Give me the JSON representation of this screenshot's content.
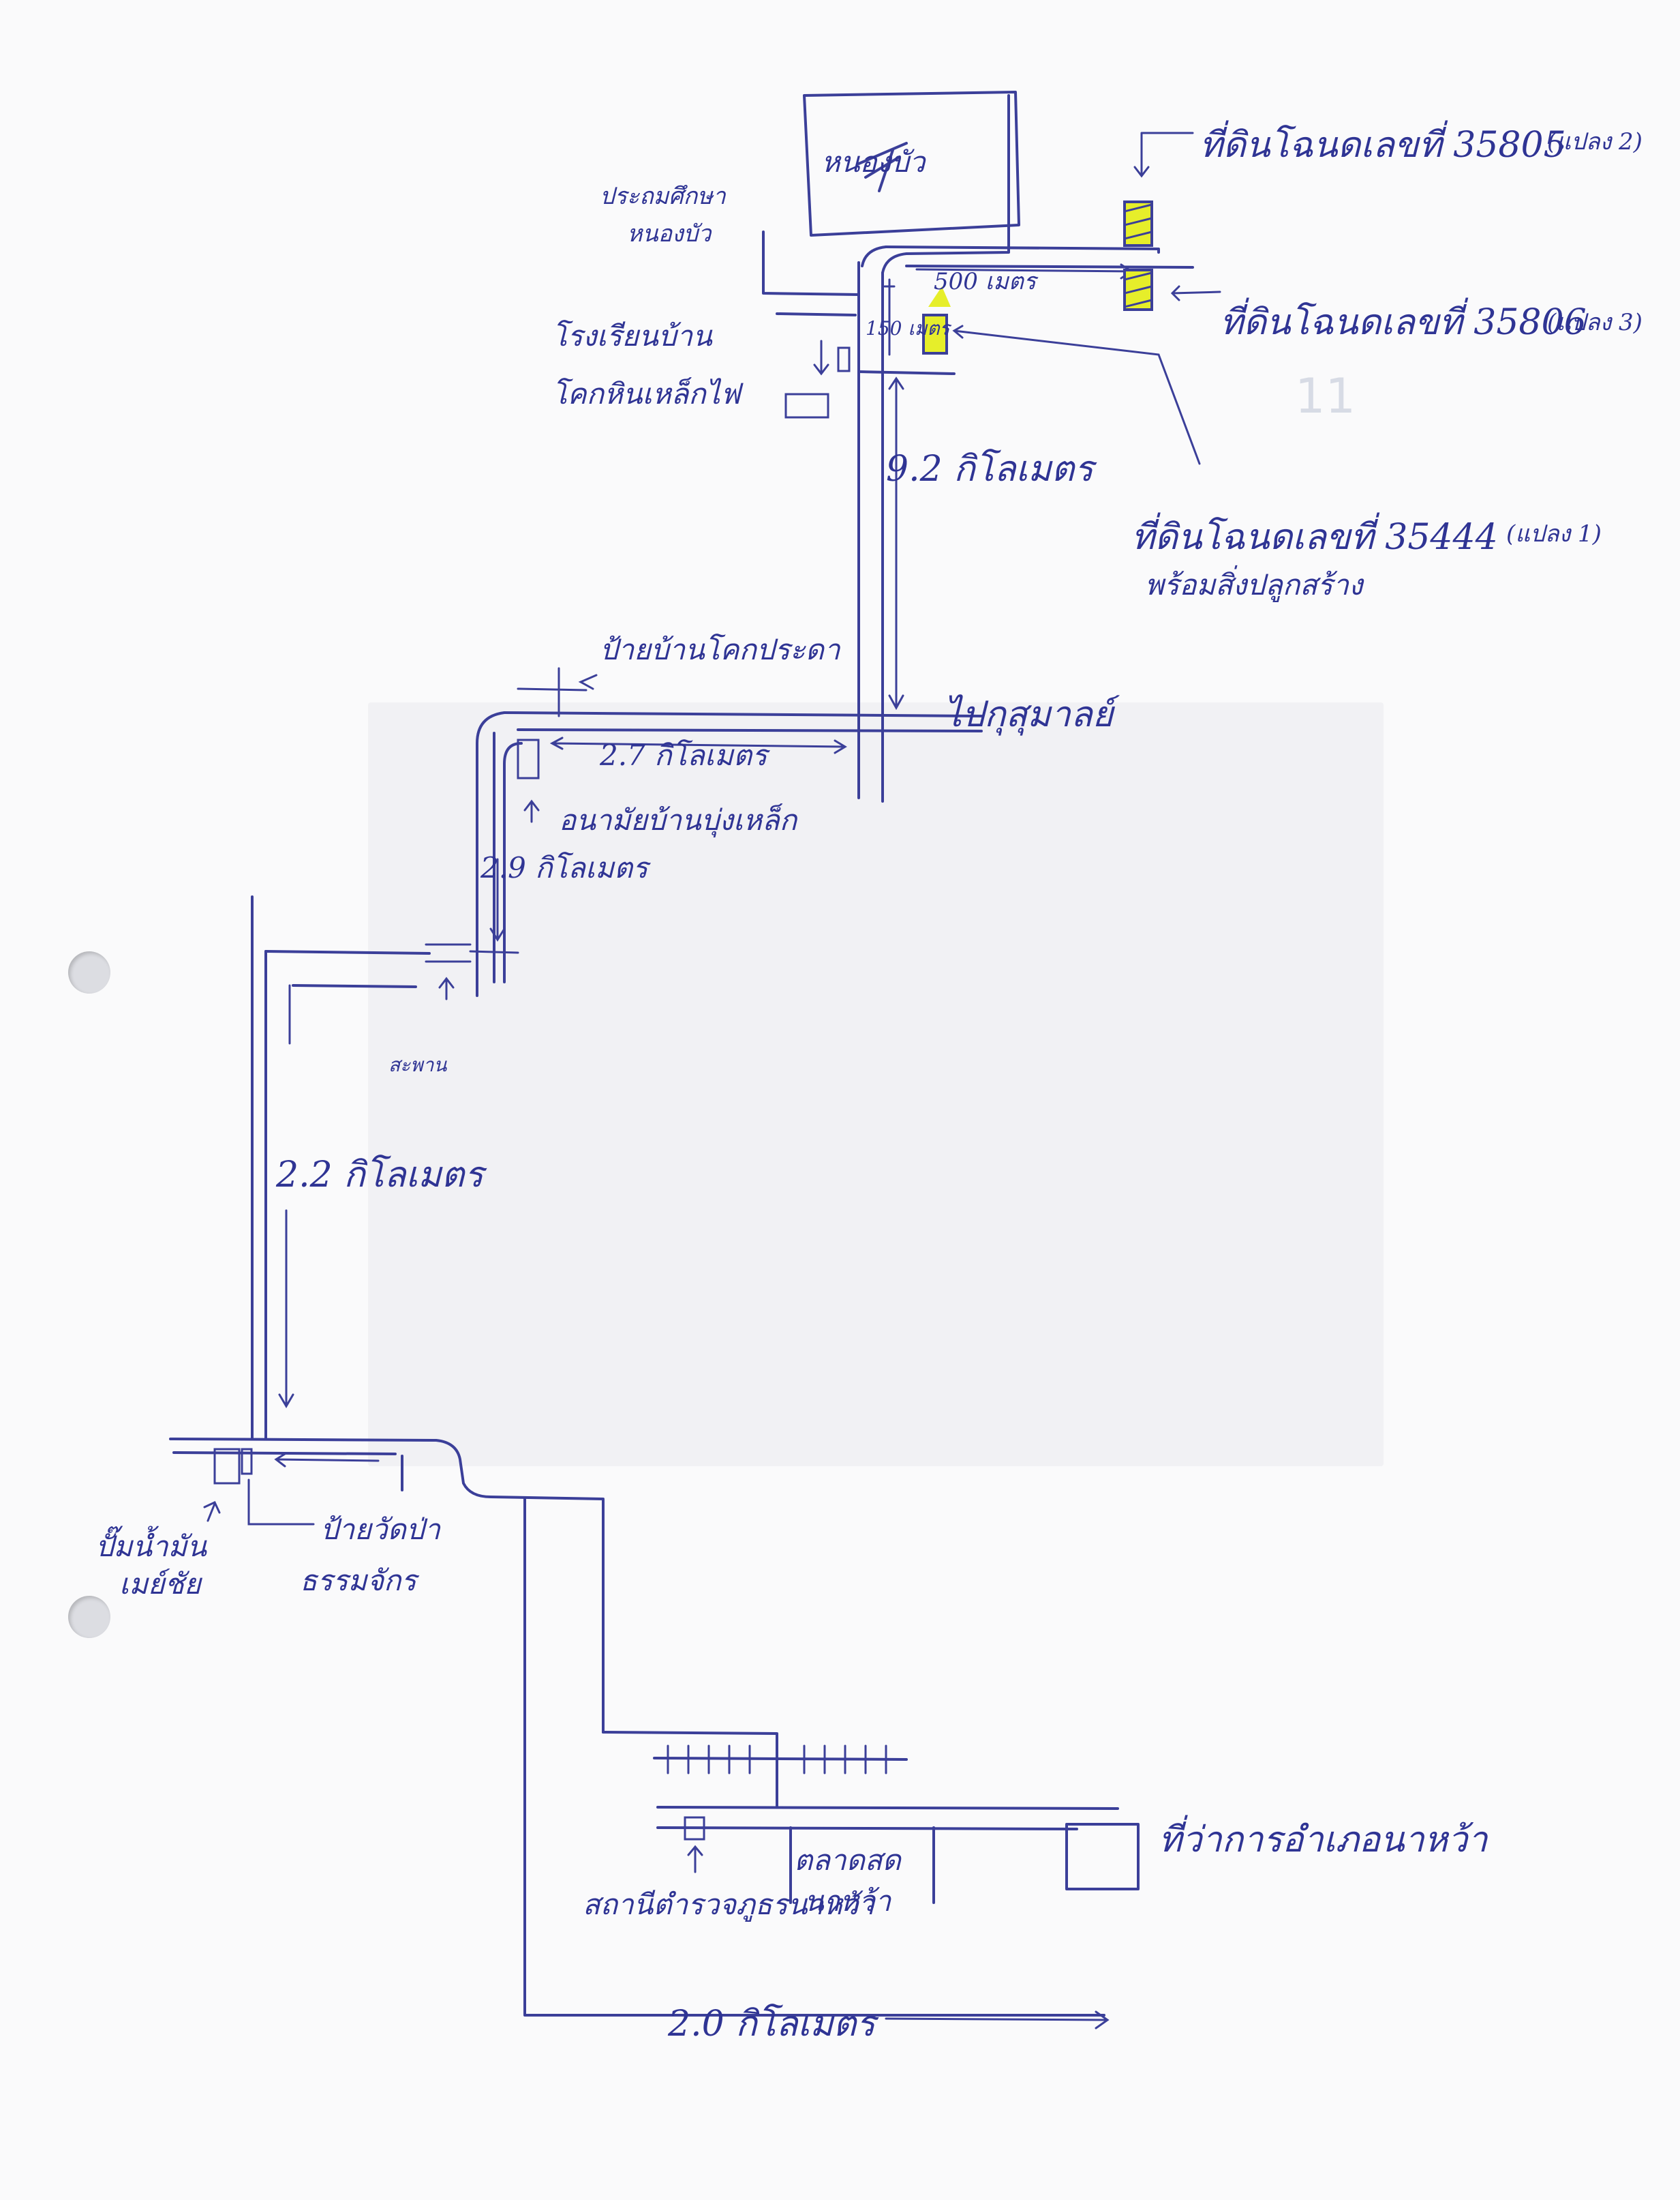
{
  "colors": {
    "ink": "#3b3f99",
    "highlight": "#e6ee2a",
    "paper": "#fafafb"
  },
  "labels": {
    "landmark_box": "หนองบัว",
    "school_top": "ประถมศึกษา",
    "school_top_2": "หนองบัว",
    "school_village": "โรงเรียนบ้าน",
    "school_village_2": "โคกหินเหล็กไฟ",
    "plot_2": "ที่ดินโฉนดเลขที่ 35805",
    "plot_2_tag": "(แปลง 2)",
    "plot_3": "ที่ดินโฉนดเลขที่ 35806",
    "plot_3_tag": "(แปลง 3)",
    "plot_1": "ที่ดินโฉนดเลขที่ 35444",
    "plot_1_tag": "(แปลง 1)",
    "plot_1_sub": "พร้อมสิ่งปลูกสร้าง",
    "dist_500m": "500 เมตร",
    "dist_150m": "150 เมตร",
    "dist_9_2km": "9.2 กิโลเมตร",
    "sign_village": "ป้ายบ้านโคกประดา",
    "to_district": "ไปกุสุมาลย์",
    "dist_2_7km": "2.7 กิโลเมตร",
    "school_small": "อนามัยบ้านบุ่งเหล็ก",
    "dist_2_9km": "2.9 กิโลเมตร",
    "bridge": "สะพาน",
    "dist_2_2km": "2.2 กิโลเมตร",
    "gas_station": "ปั๊มน้ำมัน",
    "gas_station_2": "เมย์ชัย",
    "temple": "ป้ายวัดป่า",
    "temple_2": "ธรรมจักร",
    "police": "สถานีตำรวจภูธรนาหว้า",
    "market": "ตลาดสด",
    "market_2": "นาหว้า",
    "district_office": "ที่ว่าการอำเภอนาหว้า",
    "dist_2_0km": "2.0 กิโลเมตร",
    "corner_mark": "11"
  }
}
